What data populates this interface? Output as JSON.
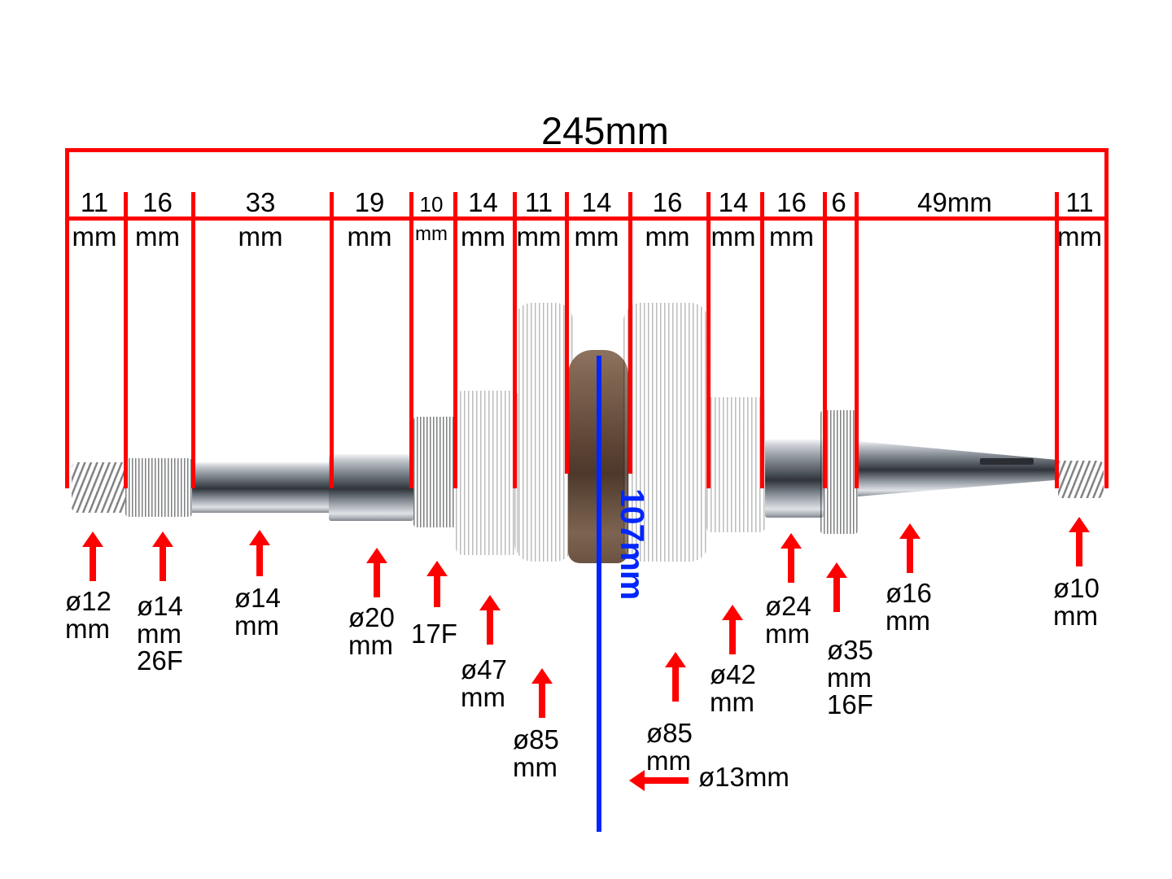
{
  "diagram": {
    "title": "Crankshaft dimension diagram",
    "colors": {
      "annotation": "#ff0000",
      "secondary_annotation": "#0026ff",
      "background": "#ffffff",
      "text": "#000000"
    },
    "overall": {
      "label": "245mm",
      "value": 245,
      "unit": "mm"
    },
    "vertical_measurement": {
      "label": "107mm",
      "value": 107,
      "unit": "mm"
    },
    "segments": [
      {
        "num": "11",
        "unit": "mm"
      },
      {
        "num": "16",
        "unit": "mm"
      },
      {
        "num": "33",
        "unit": "mm"
      },
      {
        "num": "19",
        "unit": "mm"
      },
      {
        "num": "10",
        "unit": "mm"
      },
      {
        "num": "14",
        "unit": "mm"
      },
      {
        "num": "11",
        "unit": "mm"
      },
      {
        "num": "14",
        "unit": "mm"
      },
      {
        "num": "16",
        "unit": "mm"
      },
      {
        "num": "14",
        "unit": "mm"
      },
      {
        "num": "16",
        "unit": "mm"
      },
      {
        "num": "6",
        "unit": ""
      },
      {
        "num": "49mm",
        "unit": ""
      },
      {
        "num": "11",
        "unit": "mm"
      }
    ],
    "diameter_callouts": [
      {
        "id": "d12",
        "lines": [
          "ø12",
          "mm"
        ]
      },
      {
        "id": "d14a",
        "lines": [
          "ø14",
          "mm",
          "26F"
        ]
      },
      {
        "id": "d14b",
        "lines": [
          "ø14",
          "mm"
        ]
      },
      {
        "id": "d20",
        "lines": [
          "ø20",
          "mm"
        ]
      },
      {
        "id": "f17",
        "lines": [
          "17F"
        ]
      },
      {
        "id": "d47",
        "lines": [
          "ø47",
          "mm"
        ]
      },
      {
        "id": "d85a",
        "lines": [
          "ø85",
          "mm"
        ]
      },
      {
        "id": "d85b",
        "lines": [
          "ø85",
          "mm"
        ]
      },
      {
        "id": "d42",
        "lines": [
          "ø42",
          "mm"
        ]
      },
      {
        "id": "d24",
        "lines": [
          "ø24",
          "mm"
        ]
      },
      {
        "id": "d35",
        "lines": [
          "ø35",
          "mm",
          "16F"
        ]
      },
      {
        "id": "d16",
        "lines": [
          "ø16",
          "mm"
        ]
      },
      {
        "id": "d10",
        "lines": [
          "ø10",
          "mm"
        ]
      },
      {
        "id": "d13",
        "lines": [
          "ø13mm"
        ]
      }
    ]
  }
}
